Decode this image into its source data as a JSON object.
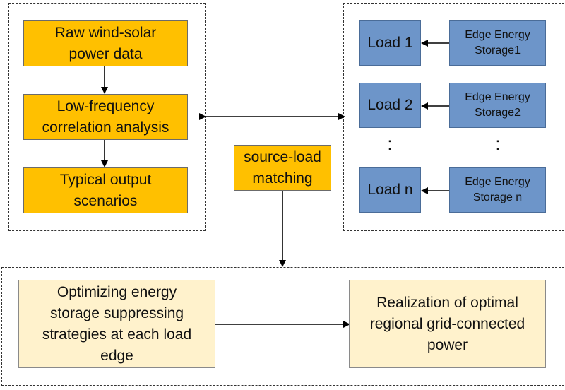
{
  "left_group": {
    "raw_data": "Raw wind-solar power data",
    "correlation": "Low-frequency correlation analysis",
    "scenarios": "Typical output scenarios"
  },
  "right_group": {
    "loads": [
      "Load 1",
      "Load 2",
      "Load n"
    ],
    "storages": [
      "Edge Energy Storage1",
      "Edge Energy Storage2",
      "Edge Energy Storage n"
    ],
    "ellipsis": ":"
  },
  "matching": "source-load matching",
  "bottom_group": {
    "strategy": "Optimizing energy storage suppressing strategies at each load edge",
    "result": "Realization of optimal regional grid-connected power"
  },
  "colors": {
    "orange": "#ffc000",
    "blue": "#6d95c9",
    "pale": "#fff2cc"
  }
}
